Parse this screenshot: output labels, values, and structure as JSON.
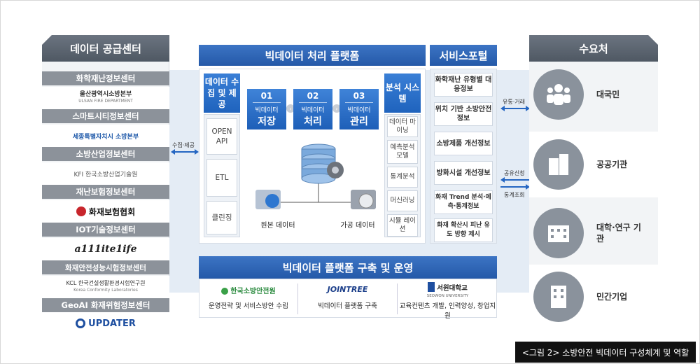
{
  "left": {
    "title": "데이터 공급센터",
    "sections": [
      {
        "label": "화학재난정보센터",
        "logo": "울산광역시소방본부",
        "logo_sub": "ULSAN FIRE DEPARTMENT"
      },
      {
        "label": "스마트시티정보센터",
        "logo": "세종특별자치시 소방본부",
        "logo_sub": ""
      },
      {
        "label": "소방산업정보센터",
        "logo": "KFI 한국소방산업기술원",
        "logo_sub": ""
      },
      {
        "label": "재난보험정보센터",
        "logo": "화재보험협회",
        "logo_sub": ""
      },
      {
        "label": "IOT기술정보센터",
        "logo": "a111ite1ife",
        "logo_sub": ""
      },
      {
        "label": "화재안전성능시험정보센터",
        "logo": "KCL 한국건설생활환경시험연구원",
        "logo_sub": "Korea Conformity Laboratories"
      },
      {
        "label": "GeoAI 화재위험정보센터",
        "logo": "UPDATER",
        "logo_sub": ""
      }
    ]
  },
  "arrows": {
    "collect": "수집·제공",
    "flow": "유통·거래",
    "share1": "공유신청",
    "share2": "통계조회"
  },
  "platform": {
    "title": "빅데이터 처리 플랫폼",
    "collect_head": "데이터 수집 및 제공",
    "collect_items": [
      "OPEN API",
      "ETL",
      "클린징"
    ],
    "steps": [
      {
        "num": "01",
        "sub": "빅데이터",
        "label": "저장"
      },
      {
        "num": "02",
        "sub": "빅데이터",
        "label": "처리"
      },
      {
        "num": "03",
        "sub": "빅데이터",
        "label": "관리"
      }
    ],
    "raw": "원본 데이터",
    "processed": "가공 데이터",
    "analysis_head": "분석 시스템",
    "analysis_items": [
      "데이터 마이닝",
      "예측분석 모델",
      "통계분석",
      "머신러닝",
      "시뮬 레이션"
    ]
  },
  "service": {
    "title": "서비스포털",
    "items": [
      "화학재난 유형별 대응정보",
      "위치 기반 소방안전정보",
      "소방제품 개선정보",
      "방화시설 개선정보",
      "화재 Trend 분석·예측·통계정보",
      "화재 확산시 피난 유도 방향 제시"
    ]
  },
  "build": {
    "title": "빅데이터 플랫폼 구축 및 운영",
    "partners": [
      {
        "logo": "한국소방안전원",
        "role": "운영전략 및 서비스방안 수립"
      },
      {
        "logo": "JOINTREE",
        "role": "빅데이터 플랫폼 구축"
      },
      {
        "logo": "서원대학교",
        "logo_sub": "SEOWON UNIVERSITY",
        "role": "교육컨텐츠 개발, 인력양성, 창업지원"
      }
    ]
  },
  "right": {
    "title": "수요처",
    "items": [
      "대국민",
      "공공기관",
      "대학·연구 기관",
      "민간기업"
    ]
  },
  "caption": "<그림 2> 소방안전 빅데이터 구성체계 및 역할",
  "colors": {
    "blue": "#2459a8",
    "gray": "#8c929a",
    "band": "#e4ecf5"
  }
}
